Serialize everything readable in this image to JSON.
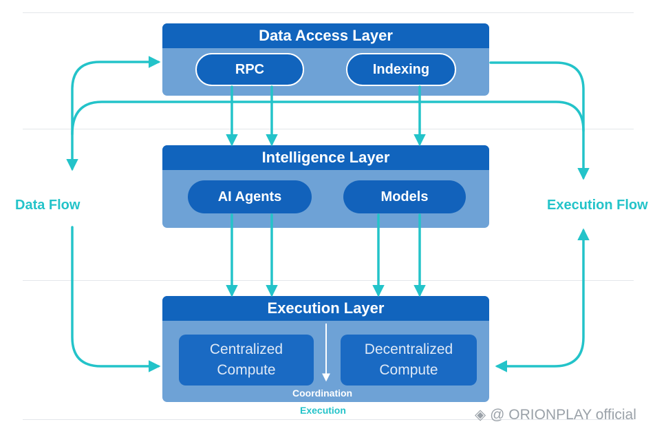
{
  "layers": {
    "data_access": {
      "title": "Data Access Layer",
      "items": [
        "RPC",
        "Indexing"
      ]
    },
    "intelligence": {
      "title": "Intelligence Layer",
      "items": [
        "AI Agents",
        "Models"
      ]
    },
    "execution": {
      "title": "Execution Layer",
      "centralized": [
        "Centralized",
        "Compute"
      ],
      "decentralized": [
        "Decentralized",
        "Compute"
      ],
      "coordination": "Coordination",
      "execution": "Execution"
    }
  },
  "flows": {
    "left": "Data Flow",
    "right": "Execution Flow"
  },
  "watermark": "@ ORIONPLAY official",
  "colors": {
    "header": "#1164bd",
    "layer_body": "#6ea2d6",
    "arrow": "#23c3c9"
  }
}
